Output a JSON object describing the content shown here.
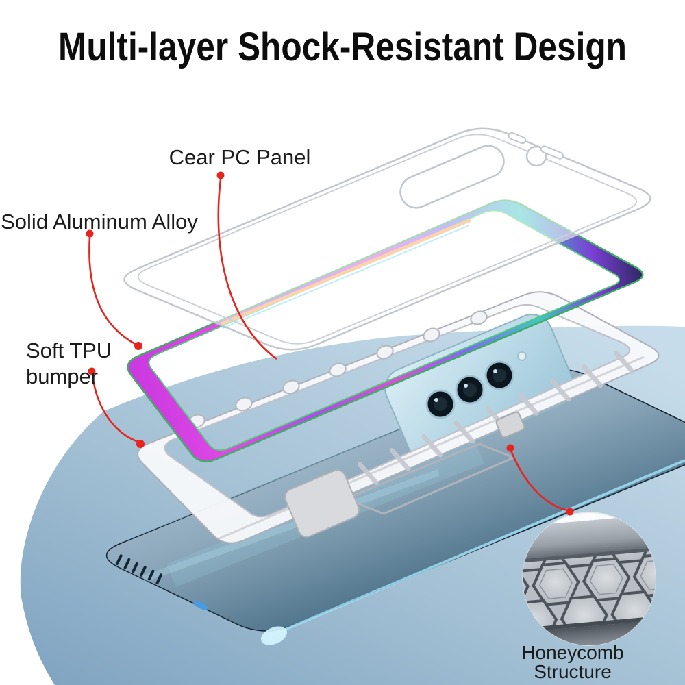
{
  "title": "Multi-layer Shock-Resistant Design",
  "callouts": {
    "pc_panel": {
      "label": "Cear PC Panel"
    },
    "aluminum_alloy": {
      "label": "Solid Aluminum Alloy"
    },
    "tpu_bumper": {
      "line1": "Soft TPU",
      "line2": "bumper"
    },
    "honeycomb": {
      "line1": "Honeycomb",
      "line2": "Structure"
    }
  },
  "colors": {
    "accent_red": "#e8231e",
    "background_blue": "#a6c2d6",
    "title_text": "#0d0d0d",
    "label_text": "#1b1b1b",
    "orange_stripe": "#f2a14e",
    "iridescent_magenta": "#d94fd4",
    "iridescent_green": "#3fae62",
    "iridescent_dark": "#20244e",
    "phone_dark_blue": "#203d55",
    "phone_light_blue": "#b2cad8"
  }
}
